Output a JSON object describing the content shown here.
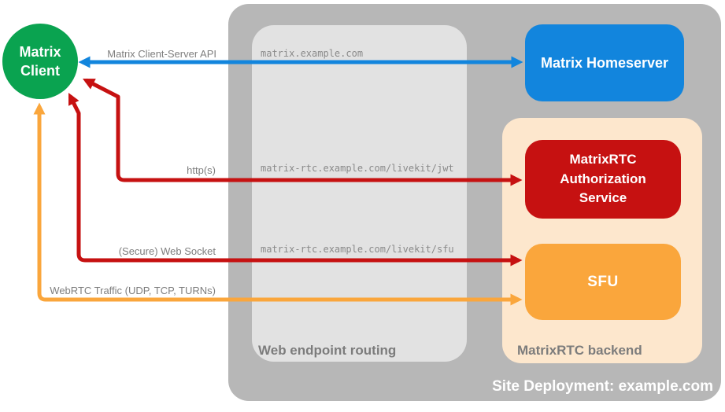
{
  "colors": {
    "outer_box": "#b7b7b7",
    "routing_box": "#e2e2e2",
    "backend_box": "#fde7cd",
    "green": "#0aa350",
    "blue": "#1285dd",
    "red": "#c61111",
    "orange": "#faa63c"
  },
  "nodes": {
    "matrix_client": {
      "label": "Matrix Client"
    },
    "homeserver": {
      "label": "Matrix Homeserver"
    },
    "auth_service": {
      "label": "MatrixRTC Authorization Service"
    },
    "sfu": {
      "label": "SFU"
    }
  },
  "containers": {
    "site": {
      "label": "Site Deployment: example.com"
    },
    "routing": {
      "label": "Web endpoint routing",
      "endpoints": [
        "matrix.example.com",
        "matrix-rtc.example.com/livekit/jwt",
        "matrix-rtc.example.com/livekit/sfu"
      ]
    },
    "backend": {
      "label": "MatrixRTC backend"
    }
  },
  "arrows": {
    "client_server_api": {
      "label": "Matrix Client-Server API"
    },
    "http": {
      "label": "http(s)"
    },
    "websocket": {
      "label": "(Secure) Web Socket"
    },
    "webrtc": {
      "label": "WebRTC Traffic (UDP, TCP, TURNs)"
    }
  }
}
